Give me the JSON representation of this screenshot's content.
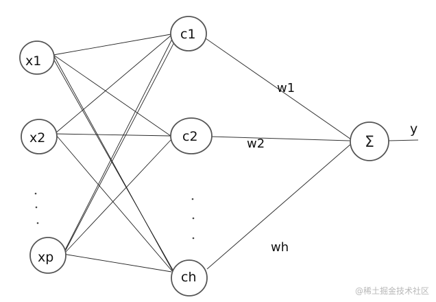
{
  "input_nodes": [
    {
      "id": "x1",
      "label": "x1"
    },
    {
      "id": "x2",
      "label": "x2"
    },
    {
      "id": "xp",
      "label": "xp"
    }
  ],
  "hidden_nodes": [
    {
      "id": "c1",
      "label": "c1"
    },
    {
      "id": "c2",
      "label": "c2"
    },
    {
      "id": "ch",
      "label": "ch"
    }
  ],
  "output_node": {
    "symbol": "Σ",
    "output_label": "y"
  },
  "weights": {
    "w1": "w1",
    "w2": "w2",
    "wh": "wh"
  },
  "edges": [
    {
      "from": "x1",
      "to": "c1"
    },
    {
      "from": "x1",
      "to": "c2"
    },
    {
      "from": "x1",
      "to": "ch"
    },
    {
      "from": "x2",
      "to": "c1"
    },
    {
      "from": "x2",
      "to": "c2"
    },
    {
      "from": "x2",
      "to": "ch"
    },
    {
      "from": "xp",
      "to": "c1"
    },
    {
      "from": "xp",
      "to": "c2"
    },
    {
      "from": "xp",
      "to": "ch"
    },
    {
      "from": "c1",
      "to": "sum"
    },
    {
      "from": "c2",
      "to": "sum"
    },
    {
      "from": "ch",
      "to": "sum"
    }
  ],
  "watermark": "@稀土掘金技术社区"
}
